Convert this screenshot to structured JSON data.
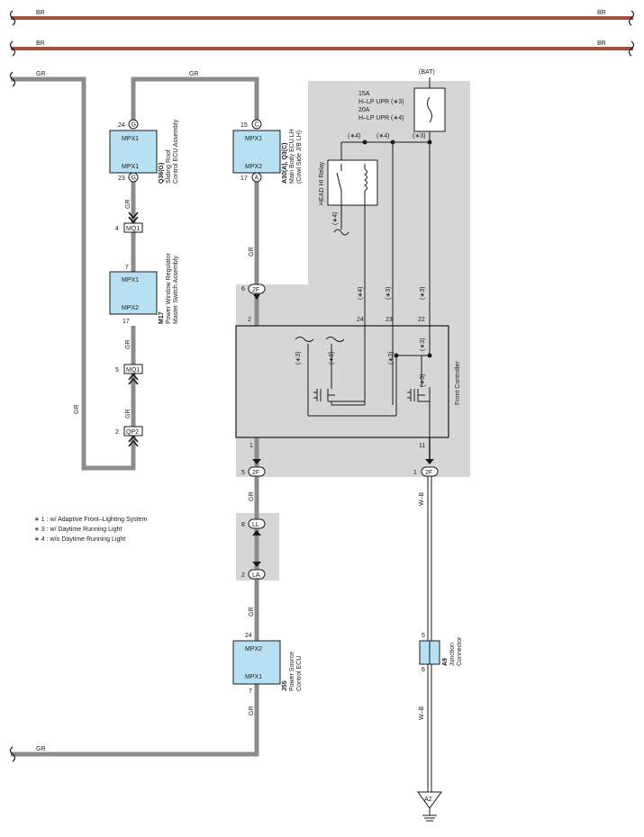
{
  "colors": {
    "br_wire": "#a0523f",
    "gr_wire": "#8c8c8c",
    "shaded_area": "#d6d6d6",
    "ecu_fill": "#b7e1f3",
    "line": "#1a1a1a"
  },
  "wires": {
    "br": "BR",
    "gr": "GR",
    "wb": "W–B"
  },
  "power": {
    "bat": "(BAT)",
    "fuse_amp_1": "15A",
    "fuse_name_1": "H–LP UPR (∗3)",
    "fuse_amp_2": "20A",
    "fuse_name_2": "H–LP UPR (∗4)",
    "relay_name": "HEAD HI Relay"
  },
  "components": {
    "q36": {
      "code": "Q36(G)",
      "name_1": "Sliding Roof",
      "name_2": "Control ECU Assembly",
      "pin_top": "24",
      "pin_bot": "23",
      "conn": "G",
      "mpx_top": "MPX1",
      "mpx_bot": "MPX1"
    },
    "m17": {
      "code": "M17",
      "name_1": "Power Window Regulator",
      "name_2": "Master Switch Assembly",
      "pin_top": "7",
      "pin_bot": "17",
      "mpx_top": "MPX1",
      "mpx_bot": "MPX2"
    },
    "a30": {
      "code": "A30(A), Q3(C)",
      "name_1": "Main Body ECU LH",
      "name_2": "(Cowl Side J/B LH)",
      "pin_top": "15",
      "pin_bot": "17",
      "conn_top": "C",
      "conn_bot": "A",
      "mpx_top": "MPX1",
      "mpx_bot": "MPX2"
    },
    "front_controller": {
      "name": "Front Controller",
      "pin_2": "2",
      "pin_24": "24",
      "pin_23": "23",
      "pin_22": "22",
      "pin_1": "1",
      "pin_11": "11"
    },
    "j55": {
      "code": "J55",
      "name_1": "Power Source",
      "name_2": "Control ECU",
      "pin_top": "24",
      "pin_bot": "7",
      "mpx_top": "MPX2",
      "mpx_bot": "MPX1"
    },
    "a9": {
      "code": "A9",
      "name_1": "Junction",
      "name_2": "Connector",
      "pin_top": "5",
      "pin_bot": "6"
    },
    "ground": {
      "label": "A2"
    }
  },
  "connectors": {
    "mq1_a": {
      "pin": "4",
      "name": "MQ1"
    },
    "mq1_b": {
      "pin": "5",
      "name": "MQ1"
    },
    "qp2": {
      "pin": "2",
      "name": "QP2"
    },
    "c2f_top": {
      "pin": "6",
      "name": "2F"
    },
    "c2f_left": {
      "pin": "5",
      "name": "2F"
    },
    "c2f_right": {
      "pin": "1",
      "name": "2F"
    },
    "ll": {
      "pin": "8",
      "name": "LL"
    },
    "la": {
      "pin": "2",
      "name": "LA"
    }
  },
  "marks": {
    "s3": "(∗3)",
    "s4": "(∗4)"
  },
  "notes": [
    "∗ 1 : w/ Adaptive Front–Lighting System",
    "∗ 3 : w/ Daytime Running Light",
    "∗ 4 : w/o Daytime Running Light"
  ]
}
